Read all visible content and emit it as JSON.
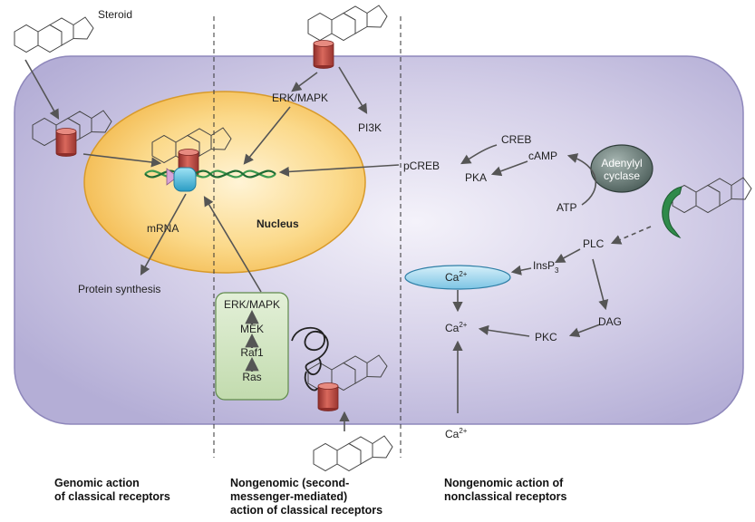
{
  "labels": {
    "steroid": "Steroid",
    "erk_mapk_top": "ERK/MAPK",
    "pi3k": "PI3K",
    "creb": "CREB",
    "camp": "cAMP",
    "pcreb": "pCREB",
    "pka": "PKA",
    "adenylyl_line1": "Adenylyl",
    "adenylyl_line2": "cyclase",
    "atp": "ATP",
    "mrna": "mRNA",
    "nucleus": "Nucleus",
    "protein_synthesis": "Protein synthesis",
    "plc": "PLC",
    "insp": "InsP",
    "insp_sub": "3",
    "ca": "Ca",
    "ca_sup": "2+",
    "dag": "DAG",
    "pkc": "PKC"
  },
  "cascade": [
    "ERK/MAPK",
    "MEK",
    "Raf1",
    "Ras"
  ],
  "columns": [
    [
      "Genomic action",
      "of classical receptors"
    ],
    [
      "Nongenomic (second-",
      "messenger-mediated)",
      "action of classical receptors"
    ],
    [
      "Nongenomic action of",
      "nonclassical receptors"
    ]
  ],
  "colors": {
    "cell_fill": "#b4aed6",
    "cell_edge": "#8e87bb",
    "nucleus_fill": "#f6c45e",
    "nucleus_edge": "#d89a2a",
    "receptor": "#c8534a",
    "cascade_box": "#cfe3bf",
    "ca_store": "#9fd6ee",
    "adenylyl": "#5b6e6a",
    "membrane_receptor": "#2f8a4a",
    "dna_green": "#3b9a4f",
    "transcription_factor": "#3ab3d6"
  }
}
